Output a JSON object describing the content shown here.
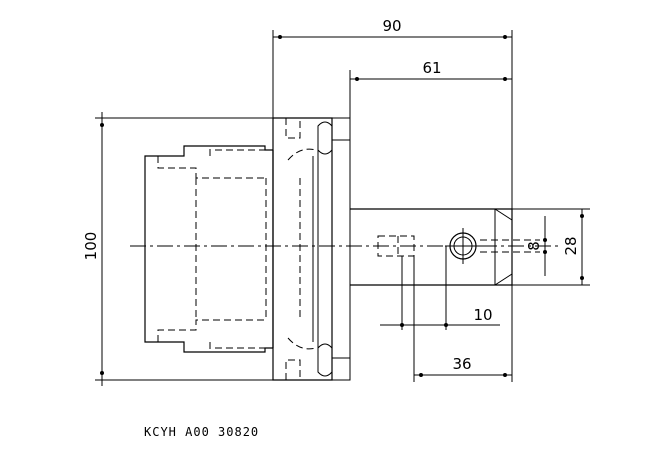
{
  "dimensions": {
    "overall_length": "90",
    "length_61": "61",
    "diameter_100": "100",
    "diameter_28": "28",
    "diameter_8": "8",
    "offset_10": "10",
    "offset_36": "36"
  },
  "caption": "KCYH  A00 30820"
}
